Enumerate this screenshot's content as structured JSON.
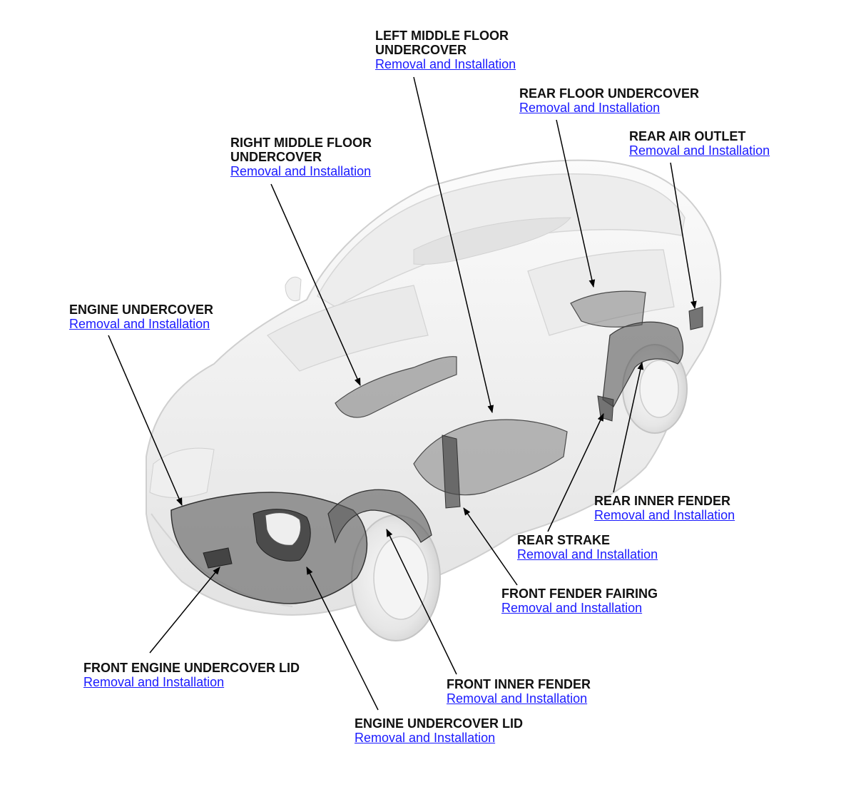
{
  "link_color": "#1a1aff",
  "callouts": {
    "left_middle_floor_undercover": {
      "title": "LEFT MIDDLE FLOOR\nUNDERCOVER",
      "link": "Removal and Installation"
    },
    "rear_floor_undercover": {
      "title": "REAR FLOOR UNDERCOVER",
      "link": "Removal and Installation"
    },
    "rear_air_outlet": {
      "title": "REAR AIR OUTLET",
      "link": "Removal and Installation"
    },
    "right_middle_floor_undercover": {
      "title": "RIGHT MIDDLE FLOOR\nUNDERCOVER",
      "link": "Removal and Installation"
    },
    "engine_undercover": {
      "title": "ENGINE UNDERCOVER",
      "link": "Removal and Installation"
    },
    "rear_inner_fender": {
      "title": "REAR INNER FENDER",
      "link": "Removal and Installation"
    },
    "rear_strake": {
      "title": "REAR STRAKE",
      "link": "Removal and Installation"
    },
    "front_fender_fairing": {
      "title": "FRONT FENDER FAIRING",
      "link": "Removal and Installation"
    },
    "front_engine_undercover_lid": {
      "title": "FRONT ENGINE UNDERCOVER LID",
      "link": "Removal and Installation"
    },
    "front_inner_fender": {
      "title": "FRONT INNER FENDER",
      "link": "Removal and Installation"
    },
    "engine_undercover_lid": {
      "title": "ENGINE UNDERCOVER LID",
      "link": "Removal and Installation"
    }
  }
}
